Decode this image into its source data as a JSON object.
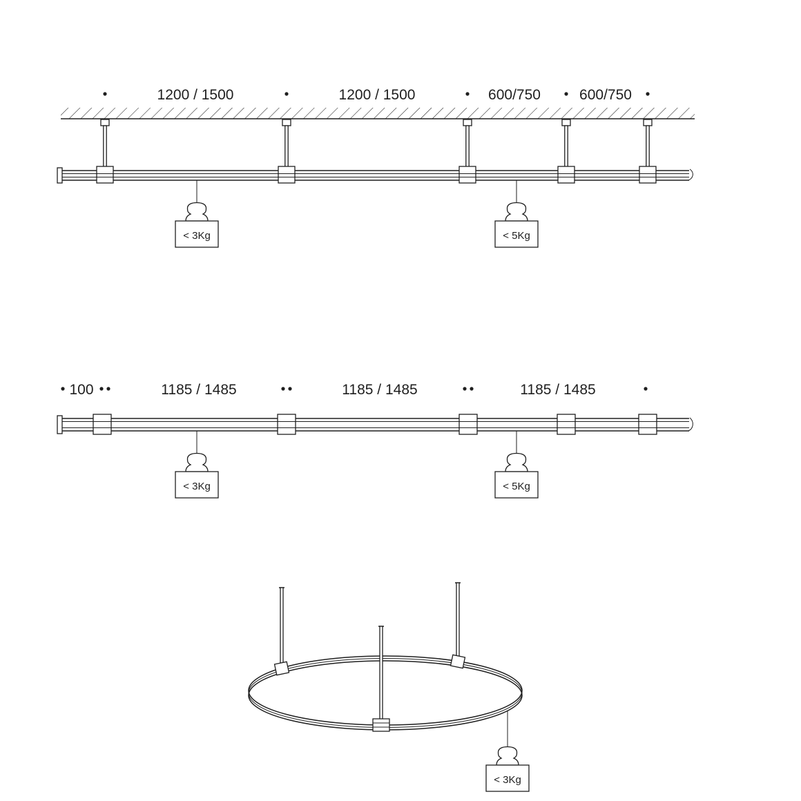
{
  "colors": {
    "ink": "#1f1f1f",
    "paper": "#ffffff"
  },
  "suspended_track": {
    "spacing_labels": [
      "1200 / 1500",
      "1200 / 1500",
      "600/750",
      "600/750"
    ],
    "weights": [
      "< 3Kg",
      "< 5Kg"
    ]
  },
  "surface_track": {
    "end_offset_label": "100",
    "spacing_labels": [
      "1185 / 1485",
      "1185 / 1485",
      "1185 / 1485"
    ],
    "weights": [
      "< 3Kg",
      "< 5Kg"
    ]
  },
  "ring_track": {
    "weights": [
      "< 3Kg"
    ]
  }
}
